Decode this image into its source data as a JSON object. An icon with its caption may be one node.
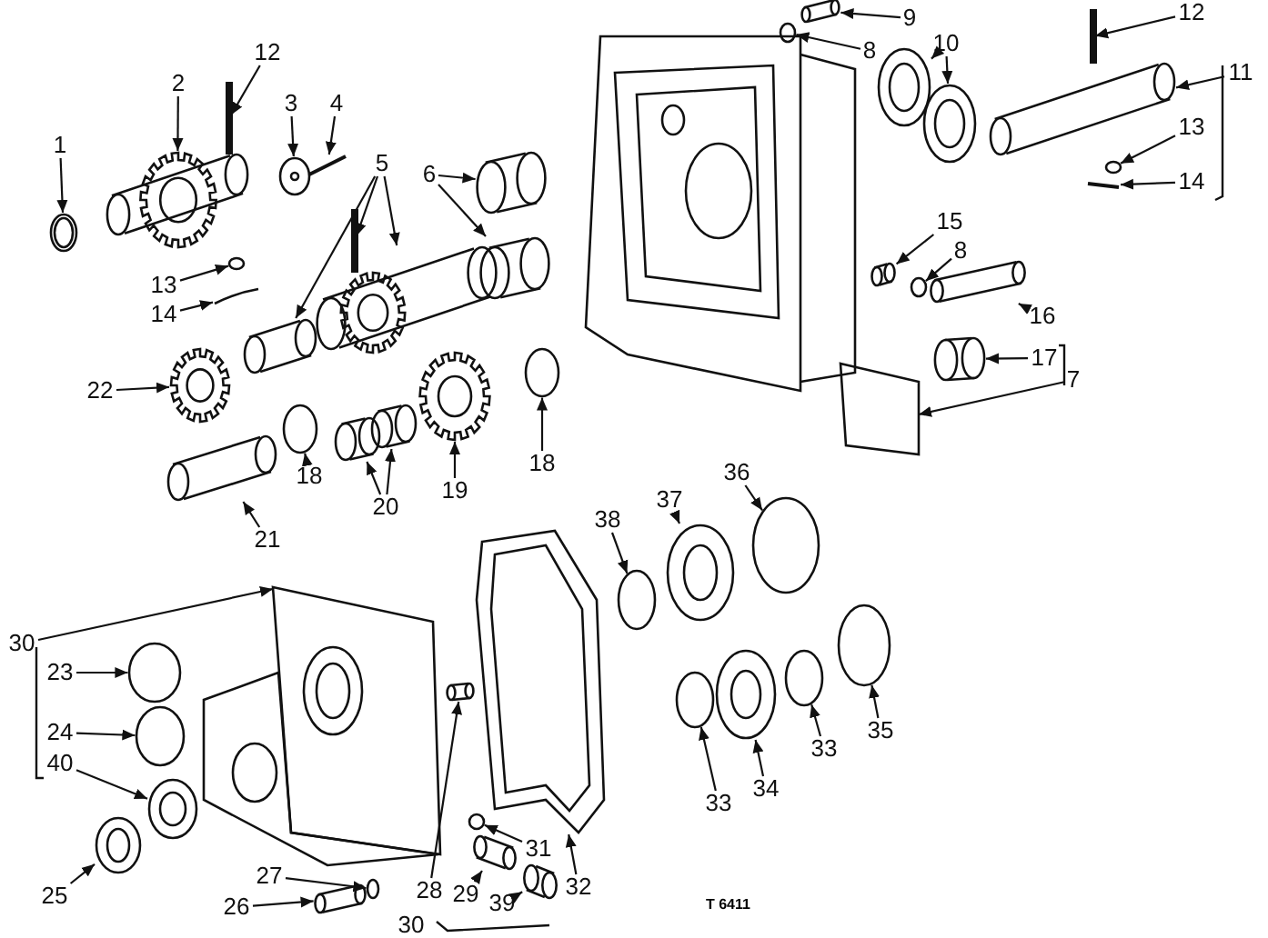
{
  "diagram": {
    "nodes": [
      {
        "text": [
          "1"
        ]
      },
      {
        "text": [
          "2"
        ]
      },
      {
        "text": [
          "12"
        ]
      },
      {
        "text": [
          "3"
        ]
      },
      {
        "text": [
          "4"
        ]
      },
      {
        "text": [
          "5"
        ]
      },
      {
        "text": [
          "6"
        ]
      },
      {
        "text": [
          "13"
        ]
      },
      {
        "text": [
          "14"
        ]
      },
      {
        "text": [
          "22"
        ]
      },
      {
        "text": [
          "18"
        ]
      },
      {
        "text": [
          "20"
        ]
      },
      {
        "text": [
          "19"
        ]
      },
      {
        "text": [
          "18"
        ]
      },
      {
        "text": [
          "21"
        ]
      },
      {
        "text": [
          "9"
        ]
      },
      {
        "text": [
          "8"
        ]
      },
      {
        "text": [
          "10"
        ]
      },
      {
        "text": [
          "12"
        ]
      },
      {
        "text": [
          "11"
        ]
      },
      {
        "text": [
          "13"
        ]
      },
      {
        "text": [
          "14"
        ]
      },
      {
        "text": [
          "15"
        ]
      },
      {
        "text": [
          "8"
        ]
      },
      {
        "text": [
          "16"
        ]
      },
      {
        "text": [
          "17"
        ]
      },
      {
        "text": [
          "7"
        ]
      },
      {
        "text": [
          "36"
        ]
      },
      {
        "text": [
          "37"
        ]
      },
      {
        "text": [
          "38"
        ]
      },
      {
        "text": [
          "30"
        ]
      },
      {
        "text": [
          "23"
        ]
      },
      {
        "text": [
          "24"
        ]
      },
      {
        "text": [
          "40"
        ]
      },
      {
        "text": [
          "25"
        ]
      },
      {
        "text": [
          "27"
        ]
      },
      {
        "text": [
          "26"
        ]
      },
      {
        "text": [
          "28"
        ]
      },
      {
        "text": [
          "29"
        ]
      },
      {
        "text": [
          "39"
        ]
      },
      {
        "text": [
          "31"
        ]
      },
      {
        "text": [
          "32"
        ]
      },
      {
        "text": [
          "33"
        ]
      },
      {
        "text": [
          "34"
        ]
      },
      {
        "text": [
          "33"
        ]
      },
      {
        "text": [
          "35"
        ]
      },
      {
        "text": [
          "30"
        ]
      },
      {
        "text": [],
        "shape": "picture"
      },
      {
        "text": [],
        "shape": "picture"
      },
      {
        "text": [],
        "shape": "picture"
      },
      {
        "text": [],
        "shape": "picture"
      },
      {
        "text": [],
        "shape": "picture"
      },
      {
        "text": [],
        "shape": "picture"
      },
      {
        "text": [],
        "shape": "picture"
      },
      {
        "text": [],
        "shape": "picture"
      },
      {
        "text": [],
        "shape": "picture"
      },
      {
        "text": [],
        "shape": "picture"
      },
      {
        "text": [],
        "shape": "circle"
      },
      {
        "text": [],
        "shape": "picture"
      },
      {
        "text": [],
        "shape": "picture"
      },
      {
        "text": [],
        "shape": "circle"
      },
      {
        "text": [],
        "shape": "picture"
      },
      {
        "text": [],
        "shape": "picture"
      },
      {
        "text": [],
        "shape": "picture"
      },
      {
        "text": [],
        "shape": "circle"
      },
      {
        "text": [],
        "shape": "picture"
      },
      {
        "text": [],
        "shape": "picture"
      },
      {
        "text": [],
        "shape": "circle"
      },
      {
        "text": [],
        "shape": "picture"
      },
      {
        "text": [],
        "shape": "picture"
      },
      {
        "text": [],
        "shape": "picture"
      },
      {
        "text": [],
        "shape": "picture"
      },
      {
        "text": [],
        "shape": "circle"
      },
      {
        "text": [],
        "shape": "picture"
      },
      {
        "text": [],
        "shape": "picture"
      },
      {
        "text": [],
        "shape": "circle"
      },
      {
        "text": [],
        "shape": "picture"
      },
      {
        "text": [],
        "shape": "picture"
      },
      {
        "text": [],
        "shape": "picture"
      },
      {
        "text": [],
        "shape": "circle"
      },
      {
        "text": [],
        "shape": "picture"
      },
      {
        "text": [],
        "shape": "circle"
      },
      {
        "text": [],
        "shape": "picture"
      },
      {
        "text": [],
        "shape": "circle"
      },
      {
        "text": [],
        "shape": "circle"
      },
      {
        "text": [],
        "shape": "picture"
      },
      {
        "text": [],
        "shape": "picture"
      },
      {
        "text": [],
        "shape": "circle"
      },
      {
        "text": [],
        "shape": "picture"
      },
      {
        "text": [],
        "shape": "picture"
      },
      {
        "text": [],
        "shape": "picture"
      },
      {
        "text": [],
        "shape": "picture"
      },
      {
        "text": [],
        "shape": "circle"
      },
      {
        "text": [],
        "shape": "picture"
      },
      {
        "text": [],
        "shape": "circle"
      },
      {
        "text": [],
        "shape": "picture"
      },
      {
        "text": [],
        "shape": "circle"
      },
      {
        "text": [],
        "shape": "circle"
      }
    ],
    "edges": [
      {
        "from": 0,
        "to": 47,
        "arrow": "to"
      },
      {
        "from": 1,
        "to": 48,
        "arrow": "to"
      },
      {
        "from": 2,
        "to": 49,
        "arrow": "to"
      },
      {
        "from": 3,
        "to": 50,
        "arrow": "to"
      },
      {
        "from": 4,
        "to": 51,
        "arrow": "to"
      },
      {
        "from": 5,
        "to": 52,
        "arrow": "to"
      },
      {
        "from": 5,
        "to": 53,
        "arrow": "to"
      },
      {
        "from": 5,
        "to": 54,
        "arrow": "to"
      },
      {
        "from": 6,
        "to": 55,
        "arrow": "to"
      },
      {
        "from": 6,
        "to": 56,
        "arrow": "to"
      },
      {
        "from": 7,
        "to": 57,
        "arrow": "to"
      },
      {
        "from": 8,
        "to": 58,
        "arrow": "to"
      },
      {
        "from": 9,
        "to": 59,
        "arrow": "to"
      },
      {
        "from": 10,
        "to": 60,
        "arrow": "to"
      },
      {
        "from": 11,
        "to": 61,
        "arrow": "to"
      },
      {
        "from": 11,
        "to": 62,
        "arrow": "to"
      },
      {
        "from": 12,
        "to": 63,
        "arrow": "to"
      },
      {
        "from": 13,
        "to": 64,
        "arrow": "to"
      },
      {
        "from": 14,
        "to": 65,
        "arrow": "to"
      },
      {
        "from": 15,
        "to": 66,
        "arrow": "to"
      },
      {
        "from": 16,
        "to": 67,
        "arrow": "to"
      },
      {
        "from": 17,
        "to": 68,
        "arrow": "to"
      },
      {
        "from": 17,
        "to": 69,
        "arrow": "to"
      },
      {
        "from": 18,
        "to": 70,
        "arrow": "to"
      },
      {
        "from": 19,
        "to": 71,
        "arrow": "to"
      },
      {
        "from": 20,
        "to": 72,
        "arrow": "to"
      },
      {
        "from": 21,
        "to": 73,
        "arrow": "to"
      },
      {
        "from": 22,
        "to": 74,
        "arrow": "to"
      },
      {
        "from": 23,
        "to": 75,
        "arrow": "to"
      },
      {
        "from": 24,
        "to": 76,
        "arrow": "to"
      },
      {
        "from": 25,
        "to": 77,
        "arrow": "to"
      },
      {
        "from": 26,
        "to": 78,
        "arrow": "to"
      },
      {
        "from": 27,
        "to": 79,
        "arrow": "to"
      },
      {
        "from": 28,
        "to": 80,
        "arrow": "to"
      },
      {
        "from": 29,
        "to": 81,
        "arrow": "to"
      },
      {
        "from": 30,
        "to": 82,
        "arrow": "to"
      },
      {
        "from": 31,
        "to": 83,
        "arrow": "to"
      },
      {
        "from": 32,
        "to": 84,
        "arrow": "to"
      },
      {
        "from": 33,
        "to": 85,
        "arrow": "to"
      },
      {
        "from": 34,
        "to": 86,
        "arrow": "to"
      },
      {
        "from": 35,
        "to": 87,
        "arrow": "to"
      },
      {
        "from": 36,
        "to": 88,
        "arrow": "to"
      },
      {
        "from": 37,
        "to": 89,
        "arrow": "to"
      },
      {
        "from": 38,
        "to": 90,
        "arrow": "to"
      },
      {
        "from": 39,
        "to": 91,
        "arrow": "to"
      },
      {
        "from": 40,
        "to": 92,
        "arrow": "to"
      },
      {
        "from": 41,
        "to": 93,
        "arrow": "to"
      },
      {
        "from": 42,
        "to": 94,
        "arrow": "to"
      },
      {
        "from": 43,
        "to": 95,
        "arrow": "to"
      },
      {
        "from": 44,
        "to": 96,
        "arrow": "to"
      },
      {
        "from": 45,
        "to": 97,
        "arrow": "to"
      }
    ],
    "labels": [
      "T 6411"
    ]
  }
}
